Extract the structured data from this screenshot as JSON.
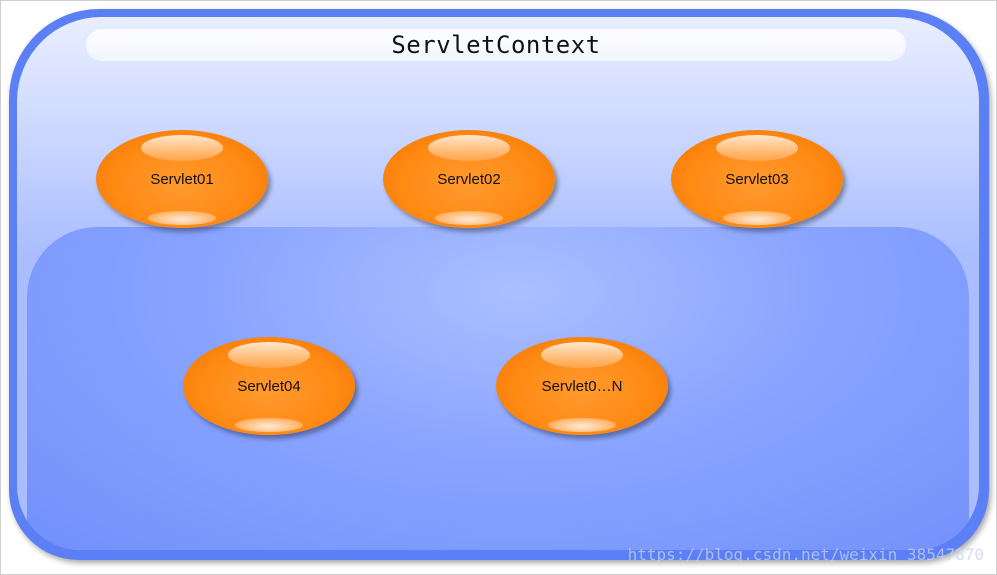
{
  "title": "ServletContext",
  "nodes": [
    {
      "label": "Servlet01"
    },
    {
      "label": "Servlet02"
    },
    {
      "label": "Servlet03"
    },
    {
      "label": "Servlet04"
    },
    {
      "label": "Servlet0…N"
    }
  ],
  "watermark": "https://blog.csdn.net/weixin_38547870",
  "colors": {
    "container_border": "#5b7ff5",
    "container_fill": "#a9bdff",
    "node_fill": "#ff8a14"
  }
}
